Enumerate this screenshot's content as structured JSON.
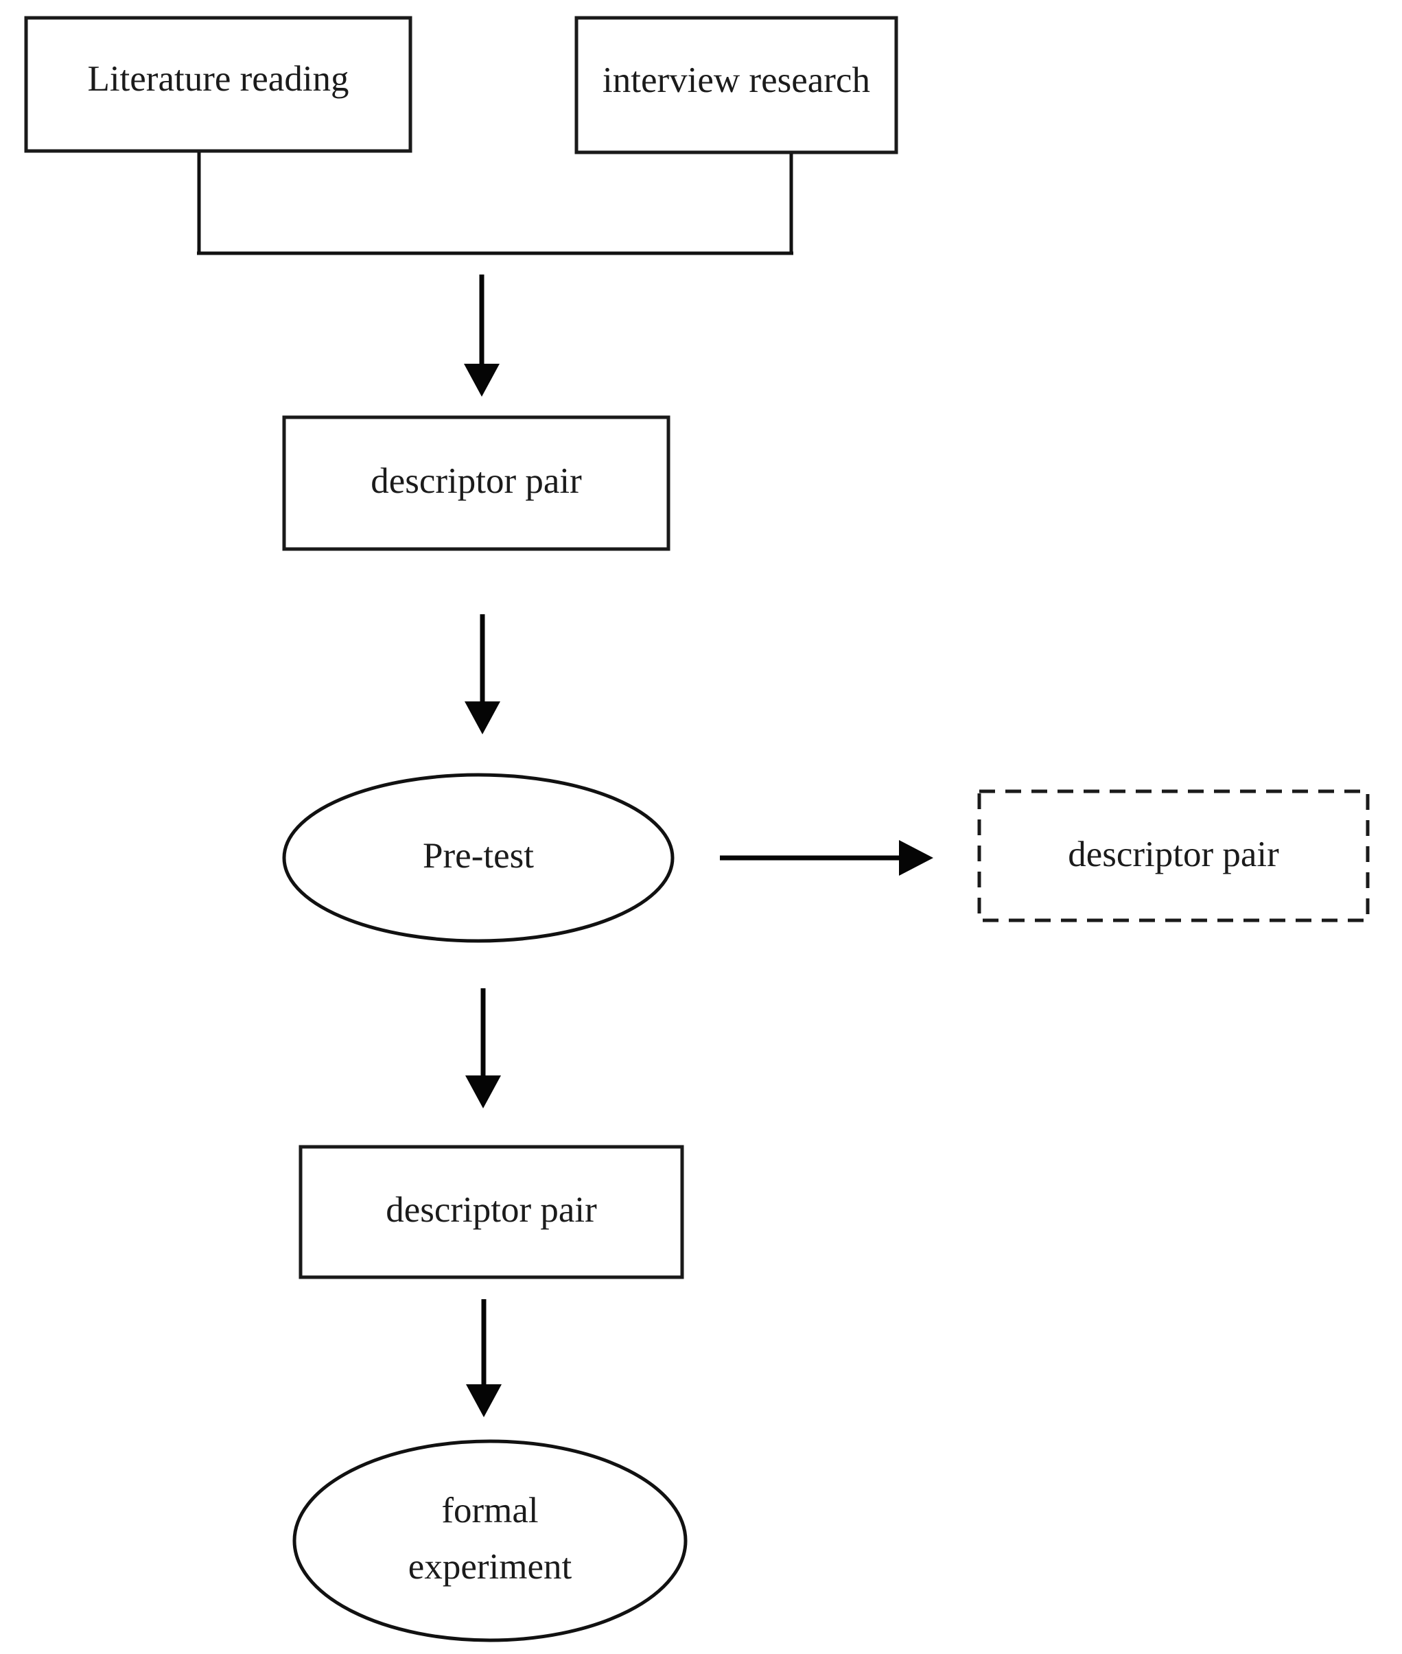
{
  "diagram": {
    "type": "flowchart",
    "orientation": "top-to-bottom",
    "background_color": "#ffffff",
    "stroke_color": "#111111",
    "text_color": "#1b1b1b",
    "nodes": [
      {
        "id": "literature-reading",
        "label": "Literature reading",
        "shape": "rectangle",
        "border": "solid"
      },
      {
        "id": "interview-research",
        "label": "interview research",
        "shape": "rectangle",
        "border": "solid"
      },
      {
        "id": "descriptor-pair-1",
        "label": "descriptor pair",
        "shape": "rectangle",
        "border": "solid"
      },
      {
        "id": "pre-test",
        "label": "Pre-test",
        "shape": "ellipse",
        "border": "solid"
      },
      {
        "id": "descriptor-pair-output",
        "label": "descriptor pair",
        "shape": "rectangle",
        "border": "dashed"
      },
      {
        "id": "descriptor-pair-2",
        "label": "descriptor pair",
        "shape": "rectangle",
        "border": "solid"
      },
      {
        "id": "formal-experiment",
        "label_line1": "formal",
        "label_line2": "experiment",
        "shape": "ellipse",
        "border": "solid"
      }
    ],
    "edges": [
      {
        "id": "edge-merge",
        "from": "literature-reading,interview-research",
        "to": "descriptor-pair-1",
        "style": "bracket-merge-arrow",
        "direction": "down"
      },
      {
        "id": "edge-dp1-pretest",
        "from": "descriptor-pair-1",
        "to": "pre-test",
        "style": "arrow",
        "direction": "down"
      },
      {
        "id": "edge-pretest-output",
        "from": "pre-test",
        "to": "descriptor-pair-output",
        "style": "arrow",
        "direction": "right"
      },
      {
        "id": "edge-pretest-dp2",
        "from": "pre-test",
        "to": "descriptor-pair-2",
        "style": "arrow",
        "direction": "down"
      },
      {
        "id": "edge-dp2-formal",
        "from": "descriptor-pair-2",
        "to": "formal-experiment",
        "style": "arrow",
        "direction": "down"
      }
    ]
  }
}
